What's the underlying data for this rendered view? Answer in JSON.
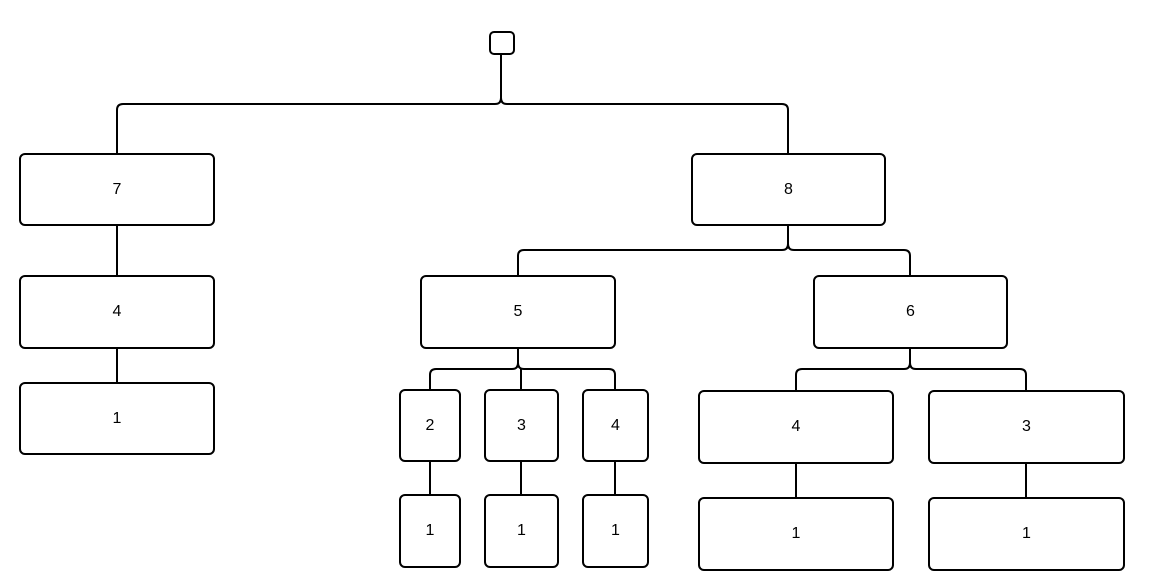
{
  "tree": {
    "root": {
      "label": ""
    },
    "left": {
      "label": "7",
      "child": {
        "label": "4",
        "child": {
          "label": "1"
        }
      }
    },
    "right": {
      "label": "8",
      "children": [
        {
          "label": "5",
          "children": [
            {
              "label": "2",
              "child": {
                "label": "1"
              }
            },
            {
              "label": "3",
              "child": {
                "label": "1"
              }
            },
            {
              "label": "4",
              "child": {
                "label": "1"
              }
            }
          ]
        },
        {
          "label": "6",
          "children": [
            {
              "label": "4",
              "child": {
                "label": "1"
              }
            },
            {
              "label": "3",
              "child": {
                "label": "1"
              }
            }
          ]
        }
      ]
    }
  }
}
